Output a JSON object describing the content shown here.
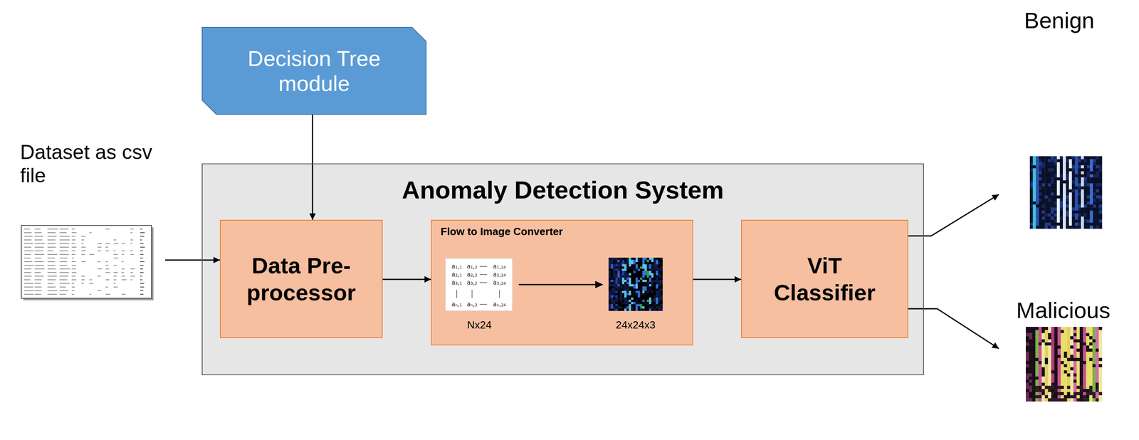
{
  "diagram": {
    "nodes": [
      {
        "text": [
          "Dataset as csv file"
        ]
      },
      {
        "text": [
          "Decision Tree module"
        ]
      },
      {
        "text": [
          "Anomaly Detection System"
        ]
      },
      {
        "text": [
          "Data Pre- processor"
        ],
        "in": 2
      },
      {
        "text": [
          "Flow to Image Converter"
        ],
        "in": 2
      },
      {
        "text": [
          "ViT Classifier"
        ],
        "in": 2
      },
      {
        "text": [
          "Benign"
        ]
      },
      {
        "text": [
          "Malicious"
        ]
      }
    ],
    "edges": [
      {
        "from": 0,
        "to": 3,
        "arrow": "to"
      },
      {
        "from": 1,
        "to": 3,
        "arrow": "to"
      },
      {
        "from": 3,
        "to": 4,
        "arrow": "to"
      },
      {
        "from": 4,
        "to": 5,
        "arrow": "to"
      },
      {
        "from": 5,
        "to": 6,
        "arrow": "to"
      },
      {
        "from": 5,
        "to": 7,
        "arrow": "to"
      }
    ],
    "labels": [
      "a₁,₁",
      "a₁,₂",
      "a₁,₂₄",
      "a₂,₁",
      "a₂,₂",
      "a₂,₂₄",
      "a₃,₁",
      "a₃,₂",
      "a₃,₂₄",
      "aₙ,₁",
      "aₙ,₂",
      "aₙ,₂₄",
      "Nx24",
      "24x24x3"
    ]
  }
}
